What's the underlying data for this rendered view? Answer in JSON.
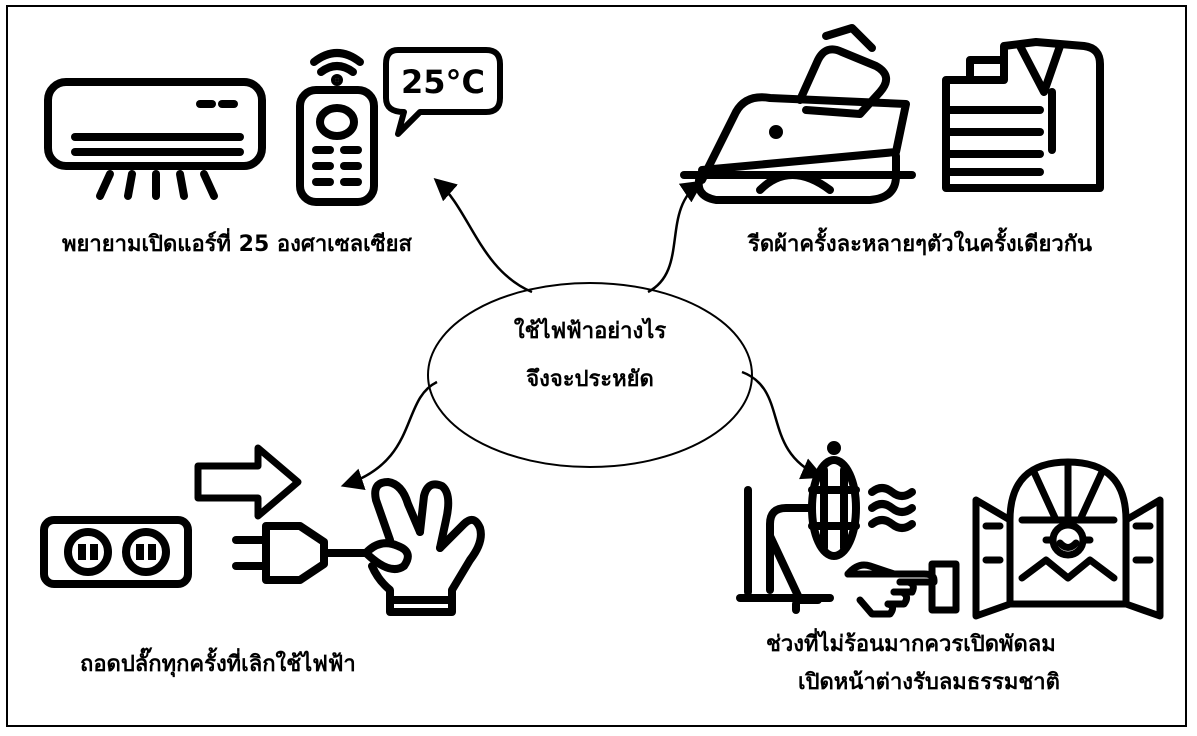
{
  "center": {
    "line1": "ใช้ไฟฟ้าอย่างไร",
    "line2": "จึงจะประหยัด"
  },
  "tips": {
    "air_conditioner": "พยายามเปิดแอร์ที่ 25 องศาเซลเซียส",
    "temperature_display": "25°C",
    "ironing": "รีดผ้าครั้งละหลายๆตัวในครั้งเดียวกัน",
    "unplug": "ถอดปลั๊กทุกครั้งที่เลิกใช้ไฟฟ้า",
    "fan_line1": "ช่วงที่ไม่ร้อนมากควรเปิดพัดลม",
    "fan_line2": "เปิดหน้าต่างรับลมธรรมชาติ"
  },
  "icons": [
    "air-conditioner-icon",
    "remote-control-icon",
    "speech-bubble-icon",
    "iron-icon",
    "folded-clothes-icon",
    "arrow-right-icon",
    "power-outlet-icon",
    "plug-in-hand-icon",
    "electric-fan-icon",
    "pointing-hand-icon",
    "open-window-icon"
  ]
}
